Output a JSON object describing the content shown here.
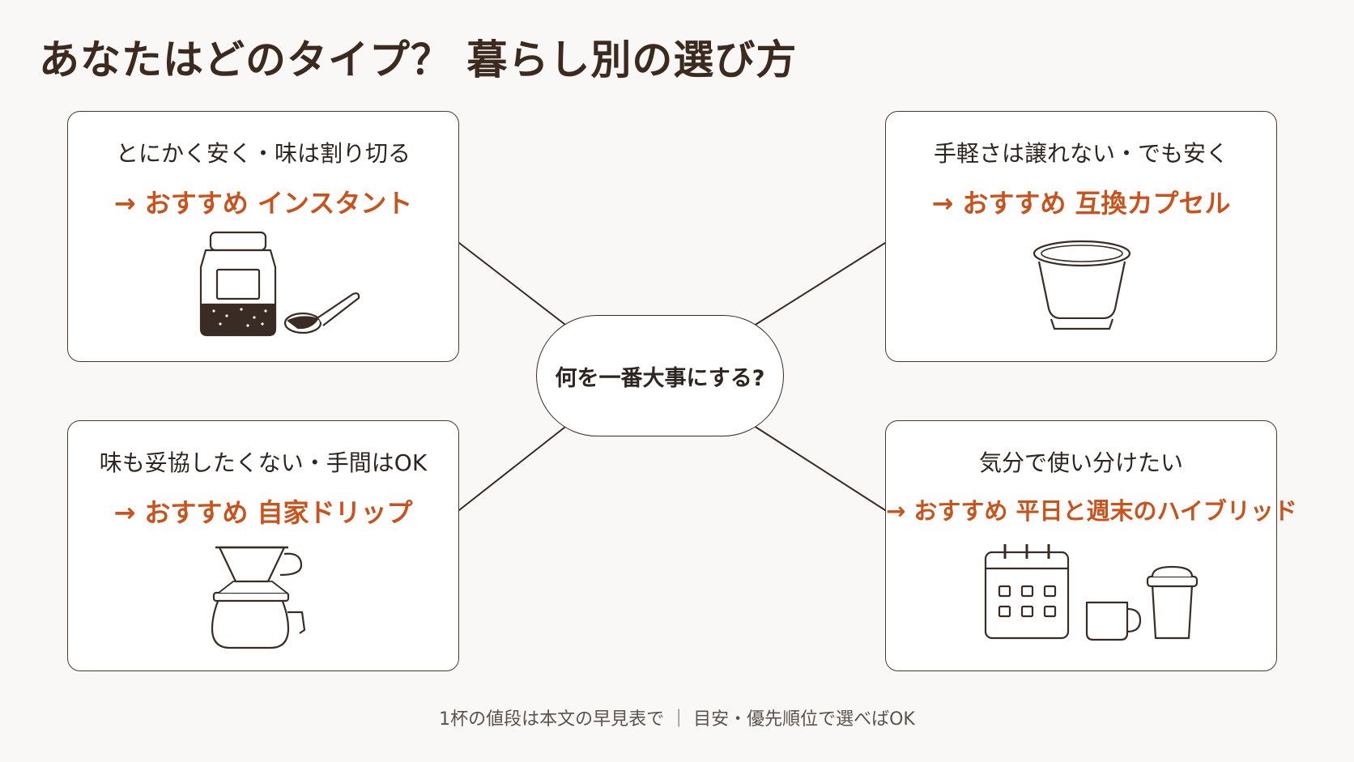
{
  "title": "あなたはどのタイプ？ 暮らし別の選び方",
  "hub": {
    "label": "何を一番大事にする?"
  },
  "cards": [
    {
      "question": "とにかく安く・味は割り切る",
      "recommendation": "→ おすすめ インスタント",
      "illustration": "instant-coffee-jar-icon"
    },
    {
      "question": "手軽さは譲れない・でも安く",
      "recommendation": "→ おすすめ 互換カプセル",
      "illustration": "coffee-capsule-icon"
    },
    {
      "question": "味も妥協したくない・手間はOK",
      "recommendation": "→ おすすめ 自家ドリップ",
      "illustration": "pour-over-dripper-icon"
    },
    {
      "question": "気分で使い分けたい",
      "recommendation": "→ おすすめ 平日と週末のハイブリッド",
      "illustration": "calendar-mug-cup-icon"
    }
  ],
  "footnote": "1杯の値段は本文の早見表で ｜ 目安・優先順位で選べばOK",
  "colors": {
    "accent": "#c8531d",
    "ink": "#3a2c24",
    "background": "#f9f8f6"
  }
}
